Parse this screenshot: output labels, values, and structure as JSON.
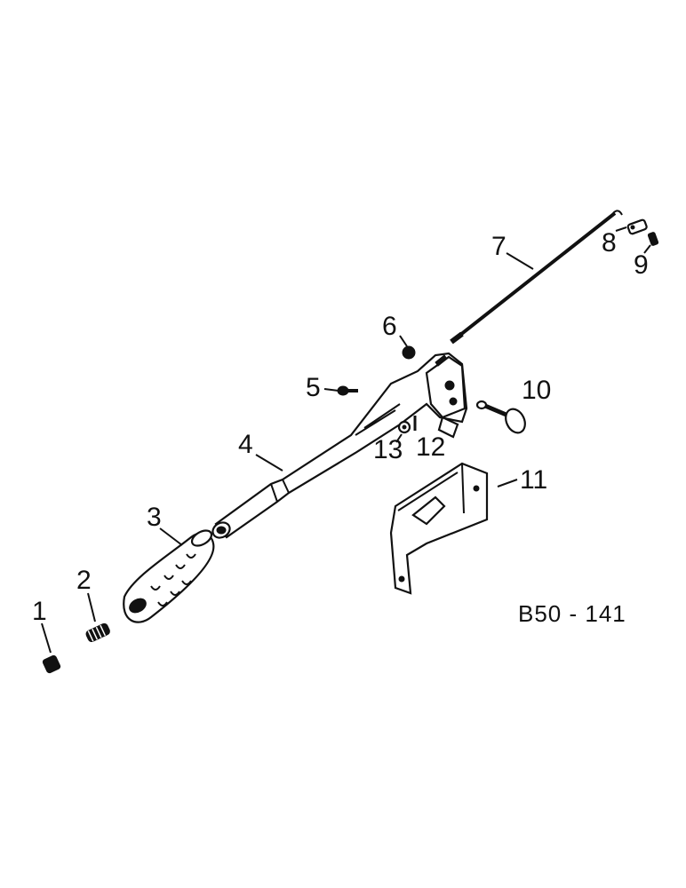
{
  "figure": {
    "reference_code": "B50 - 141",
    "callouts": [
      "1",
      "2",
      "3",
      "4",
      "5",
      "6",
      "7",
      "8",
      "9",
      "10",
      "11",
      "12",
      "13"
    ]
  }
}
